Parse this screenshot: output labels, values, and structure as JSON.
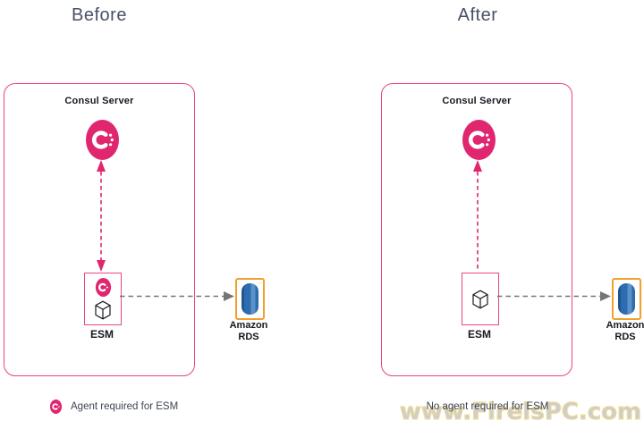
{
  "titles": {
    "before": "Before",
    "after": "After"
  },
  "panels": {
    "before": {
      "server_label": "Consul Server",
      "esm_label": "ESM",
      "rds_line1": "Amazon",
      "rds_line2": "RDS",
      "note": "Agent required for ESM"
    },
    "after": {
      "server_label": "Consul Server",
      "esm_label": "ESM",
      "rds_line1": "Amazon",
      "rds_line2": "RDS",
      "note": "No agent required for ESM"
    }
  },
  "watermark": {
    "text": "www.FirelsPC.com"
  },
  "icons": {
    "consul_logo": "consul-logo-icon",
    "esm_cube": "service-cube-icon",
    "rds_database": "amazon-rds-database-icon"
  },
  "colors": {
    "consul_pink": "#e0266f",
    "border_pink": "#e8457f",
    "title_navy": "#4a5066",
    "arrow_gray": "#757575",
    "rds_orange": "#f0a02e",
    "rds_blue": "#2d6cae",
    "watermark_gray": "#c4c4c4",
    "watermark_outline": "#f0dc94"
  }
}
